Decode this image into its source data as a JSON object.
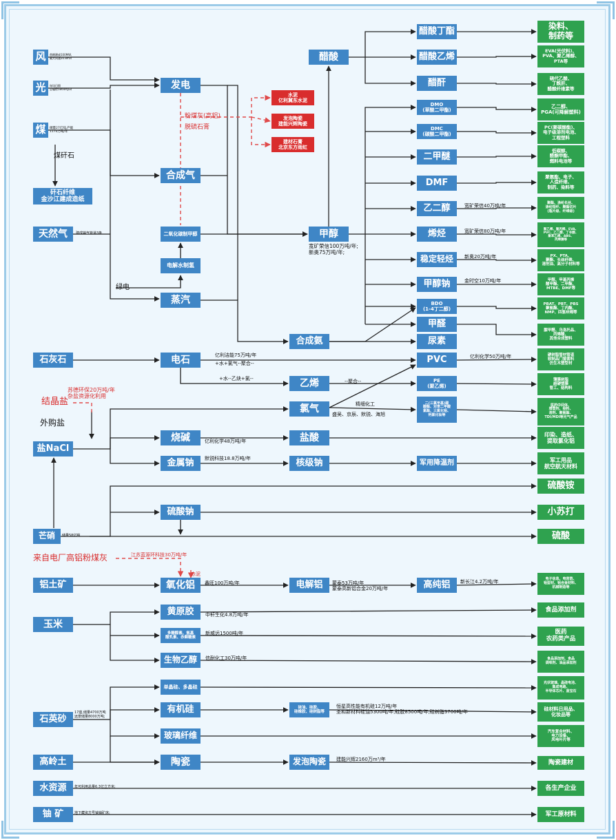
{
  "colors": {
    "blue_box": "#3f86c6",
    "green_box": "#2fa24f",
    "red_box": "#d92d2d",
    "line": "#222222",
    "dashed_line": "#e04a4a",
    "background": "#eef7fd"
  },
  "diagram": {
    "raw": {
      "wind": "风",
      "wind_note": "首期建成100MW,\n最大风速20.8m/s",
      "solar": "光",
      "solar_note": "年均日照\n总辐射5864MJ/㎡",
      "coal": "煤",
      "coal_note": "储量27亿吨,产能\n1170万吨/年",
      "gangue": "煤矸石",
      "fiber": "矸石纤维\n金沙江建成造纸",
      "gas": "天然气",
      "gas_note": "建成输气管道3条",
      "limestone": "石灰石",
      "crystal_salt": "结晶盐",
      "crystal_note": "苏德环保20万吨/年\n杂盐资源化利用",
      "bought_salt": "外购盐",
      "salt": "盐NaCl",
      "mirabilite": "芒硝",
      "mirabilite_note": "储量58亿吨",
      "flyash_source": "来自电厂高铝粉煤灰",
      "bauxite": "铝土矿",
      "corn": "玉米",
      "quartz": "石英砂",
      "quartz_note": "17座,储量4700万吨\n远景储量8000万吨;",
      "kaolin": "高岭土",
      "water": "水资源",
      "water_note": "年可利用总量6.3亿立方米;",
      "uranium": "铀 矿",
      "uranium_note": "地下藏资方号铀铀矿床;"
    },
    "mid": {
      "power": "发电",
      "syngas": "合成气",
      "co2_methanol": "二氧化碳制甲醇",
      "electro_h2": "电解水制氢",
      "steam": "蒸汽",
      "green_power": "绿电",
      "methanol": "甲醇",
      "methanol_note": "宽矿荣信100万吨/年;\n新奥75万吨/年;",
      "acetic": "醋酸",
      "ammonia": "合成氨",
      "carbide": "电石",
      "ethylene": "乙烯",
      "chlorine": "氯气",
      "caustic": "烧碱",
      "hcl": "盐酸",
      "sodium": "金属钠",
      "nuclear_na": "核级钠",
      "sodium_sulfate": "硫酸钠",
      "alumina": "氧化铝",
      "electro_al": "电解铝",
      "high_al": "高纯铝",
      "corn_starch": "黄原胶",
      "polysac": "多糖醇素、氨基\n酸乳素、赤藓糖素",
      "bioethanol": "生物乙醇",
      "mono_si": "单晶硅、多晶硅",
      "organosi": "有机硅",
      "si_products": "硅油、硅胶、\n硅橡胶、硅树脂等",
      "glass_fiber": "玻璃纤维",
      "ceramic": "陶瓷",
      "foam_ceramic": "发泡陶瓷"
    },
    "chem": {
      "butyl_acetate": "醋酸丁酯",
      "vinyl_acetate": "醋酸乙烯",
      "anhydride": "醋酐",
      "dmo": "DMO\n(草酸二甲酯)",
      "dmc": "DMC\n(碳酸二甲酯)",
      "dme": "二甲醚",
      "dmf": "DMF",
      "glycol": "乙二醇",
      "olefin": "烯烃",
      "stable_hc": "稳定轻烃",
      "na_methoxide": "甲醇钠",
      "bdo": "BDO\n(1-4丁二醇)",
      "formaldehyde": "甲醛",
      "urea": "尿素",
      "pvc": "PVC",
      "pe": "PE\n(聚乙烯)",
      "chlor_products": "二(三氯甲基)碳\n酸酯、对苯二甲酸\n氯酯、三氯化铝、\n钙氯化钛等",
      "military_coolant": "军用降温剂"
    },
    "products": {
      "dye": "染料、\n制药等",
      "eva": "EVA(光伏料)、\nPVA、聚乙烯醇、\nPTA等",
      "acetyl": "硫代乙酸、\n丁酰肝、\n醋酸纤维素等",
      "pga": "乙二醇、\nPGA(可降解塑料)",
      "pc": "PC(聚碳酸酯)、\n电子级溶剂电池、\n工程塑料",
      "fuel": "低碳醇、\n醛酮甲酯、\n燃料电池等",
      "dmf_prod": "聚氨酯、电子、\n人造纤维、\n制药、染料等",
      "polyester": "聚酯、涤纶长丝、\n涤纶短纤、聚酯切片\n(瓶片级、纤维级)",
      "olefin_prod": "聚乙烯、聚丙烯、EVA、\nPVC、乙二醇、丁辛醇、\n聚苯乙烯、ABS、\n丙烯腈等",
      "aromatics": "PX、PTA、\n聚酯、长丝纤维、\n溶剂油、高分子材料等",
      "methoxide_prod": "甲醇、甲基丙烯\n酸甲酯、二甲酯、\nMTBE、DMF等",
      "bdo_prod": "PBAT、PBT、PBS\n聚氨酯、丁内酯、\nNMP、四氢呋喃等",
      "resin": "脲甲醛、乌洛托品、\n丙烯酸、\n其他合成塑料",
      "pvc_prod": "硬树脂管材管道\n软制品门窗套料\n仿生木塑型材",
      "pe_prod": "薄膜树脂\n超硬塑膜\n管工、结构料",
      "pharma": "医药中间体、\n增塑剂、染料、\n溶剂、聚氨酯、\nTDI/MDI等光气产品",
      "printing": "印染、造纸、\n提取氯化铝",
      "aerospace": "军工用品\n航空航天材料",
      "ammonium_sulfate": "硫酸铵",
      "soda": "小苏打",
      "sulfuric": "硫酸",
      "electronics": "电子信息、电容箔、\n铝型材、铝合金材料、\n机械制造等",
      "food_additive": "食品添加剂",
      "agro": "医药\n农药类产品",
      "food_feed": "食品添加剂、食品\n调味剂、油品添加剂",
      "pv": "光伏玻璃、晶硅电池、\n集成电路、\n半导体芯片、蓝宝石",
      "si_mat": "硅材料日用品、\n化妆品等",
      "fiber_mat": "汽车复合材料、\n电力设备、\n风电叶片等",
      "ceramic_mat": "陶瓷建材",
      "industry": "各生产企业",
      "military_mat": "军工原材料"
    },
    "notes": {
      "flyash": "粉煤灰(高铝)",
      "gypsum": "脱硫石膏",
      "cement": "水泥\n亿利冀东水泥",
      "foam_jianneng": "发泡陶瓷\n建能兴辉陶瓷",
      "gypsum_board": "建材石膏\n北京东方雨虹",
      "acetate_cap": "亿利洁能75万吨/年",
      "water_chlorine": "+水+氯气--聚合--",
      "water_acetylene": "+水--乙炔+氯--",
      "polymerize": "--聚合--",
      "fine_chem": "精细化工",
      "fine_items": "盛吴、京辰、默锐、海旭",
      "pvc_cap": "亿利化学50万吨/年",
      "caustic_cap": "亿利化学48万吨/年",
      "sodium_cap": "默锐科技18.8万吨/年",
      "glycol_cap": "宽矿荣信40万吨/年",
      "olefin_cap": "宽矿荣信80万吨/年",
      "stable_cap": "新奥20万吨/年",
      "methoxide_cap": "金时空10万吨/年",
      "alumina_cap": "鑫旺100万吨/年",
      "electro_cap": "蒙泰53万吨/年\n蒙泰高新铝合金20万吨/年",
      "high_al_cap": "新长江4.2万吨/年",
      "flyash_cap": "江苏蓝源环科技30万吨/年",
      "red_mud": "赤泥",
      "xanthan_cap": "中轩生化4.8万吨/年",
      "polysac_cap": "新威远1500吨/年",
      "ethanol_cap": "信耐化工30万吨/年",
      "si_cap": "恒星高性能有机硅12万吨/年\n圣和新材料硅油5300吨/年,硅胶8500吨/年,硅树脂3700吨/年",
      "foam_cap": "建能兴辉2160万m³/年"
    }
  }
}
